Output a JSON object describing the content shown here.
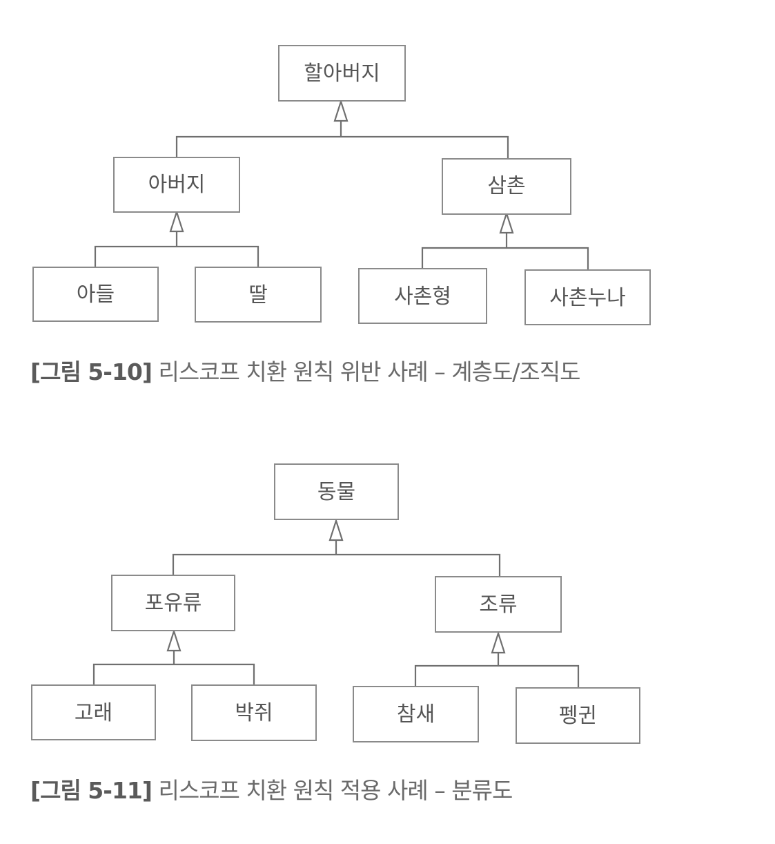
{
  "figures": [
    {
      "nodes": {
        "root": "할아버지",
        "left": "아버지",
        "right": "삼촌",
        "left_child_1": "아들",
        "left_child_2": "딸",
        "right_child_1": "사촌형",
        "right_child_2": "사촌누나"
      },
      "caption": {
        "number": "[그림 5-10]",
        "text": "리스코프 치환 원칙 위반 사례  –  계층도/조직도"
      }
    },
    {
      "nodes": {
        "root": "동물",
        "left": "포유류",
        "right": "조류",
        "left_child_1": "고래",
        "left_child_2": "박쥐",
        "right_child_1": "참새",
        "right_child_2": "펭귄"
      },
      "caption": {
        "number": "[그림 5-11]",
        "text": "리스코프 치환 원칙 적용 사례 – 분류도"
      }
    }
  ]
}
